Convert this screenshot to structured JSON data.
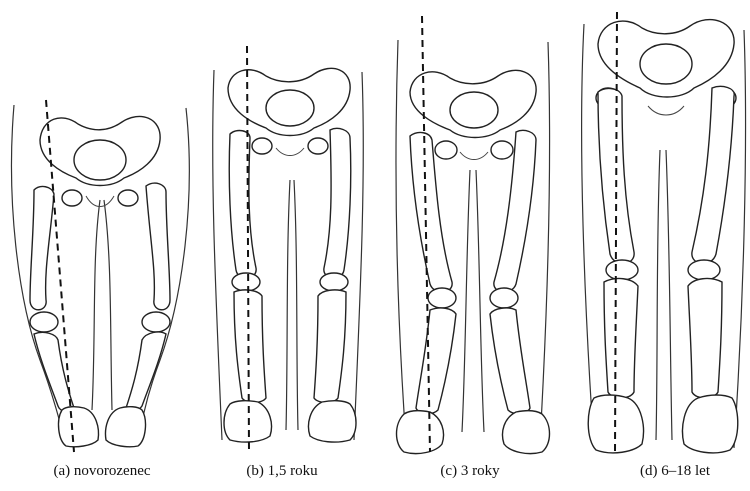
{
  "captions": {
    "a": "(a) novorozenec",
    "b": "(b) 1,5 roku",
    "c": "(c) 3 roky",
    "d": "(d) 6–18 let"
  },
  "colors": {
    "stroke": "#222222",
    "bone_fill": "#ffffff",
    "axis": "#111111"
  }
}
